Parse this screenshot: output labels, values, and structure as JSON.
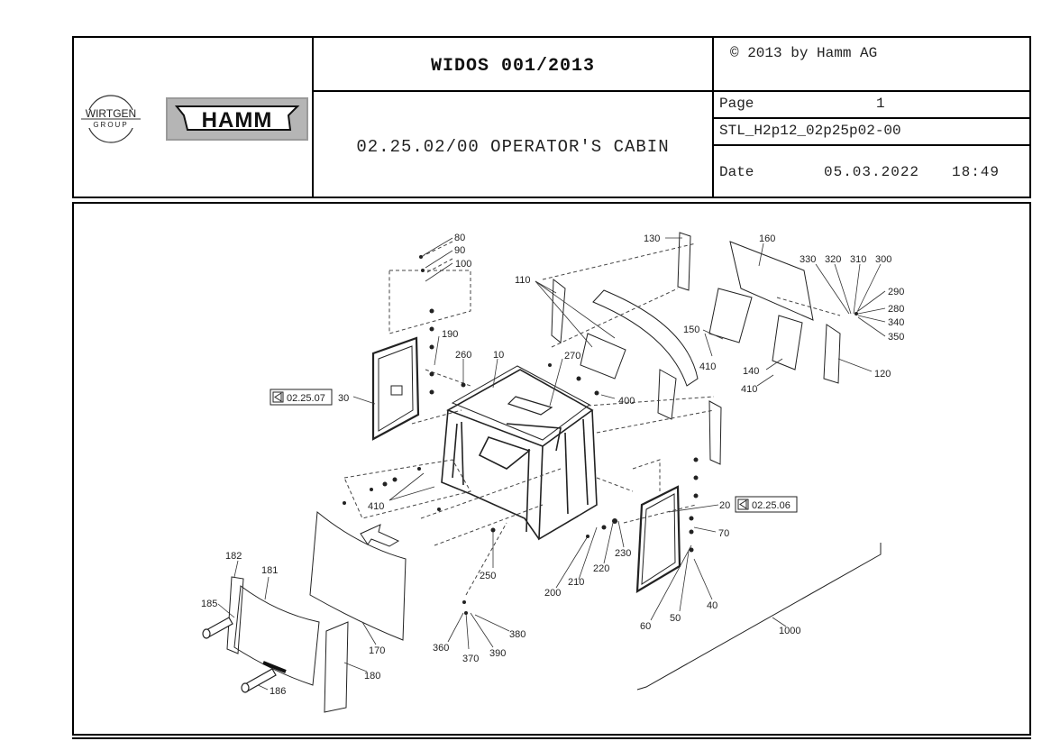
{
  "header": {
    "doc_title": "WIDOS 001/2013",
    "copyright": "© 2013 by Hamm AG",
    "description": "02.25.02/00 OPERATOR'S CABIN",
    "page_label": "Page",
    "page_number": "1",
    "stl_code": "STL_H2p12_02p25p02-00",
    "date_label": "Date",
    "date": "05.03.2022",
    "time": "18:49"
  },
  "logos": {
    "wirtgen_top": "WIRTGEN",
    "wirtgen_bottom": "GROUP",
    "hamm": "HAMM"
  },
  "drawing": {
    "references": [
      {
        "id": "ref-02-25-07",
        "label": "02.25.07"
      },
      {
        "id": "ref-02-25-06",
        "label": "02.25.06"
      }
    ],
    "part_labels": {
      "p80": "80",
      "p90": "90",
      "p100": "100",
      "p110": "110",
      "p130": "130",
      "p160": "160",
      "p330": "330",
      "p320": "320",
      "p310": "310",
      "p300": "300",
      "p290": "290",
      "p280": "280",
      "p340": "340",
      "p350": "350",
      "p150": "150",
      "p410a": "410",
      "p140": "140",
      "p410b": "410",
      "p120": "120",
      "p190": "190",
      "p260": "260",
      "p10": "10",
      "p270": "270",
      "p400": "400",
      "p30": "30",
      "p410c": "410",
      "p20": "20",
      "p70": "70",
      "p230": "230",
      "p220": "220",
      "p210": "210",
      "p200": "200",
      "p250": "250",
      "p40": "40",
      "p50": "50",
      "p60": "60",
      "p1000": "1000",
      "p182": "182",
      "p181": "181",
      "p185": "185",
      "p170": "170",
      "p180": "180",
      "p186": "186",
      "p360": "360",
      "p370": "370",
      "p390": "390",
      "p380": "380"
    }
  }
}
